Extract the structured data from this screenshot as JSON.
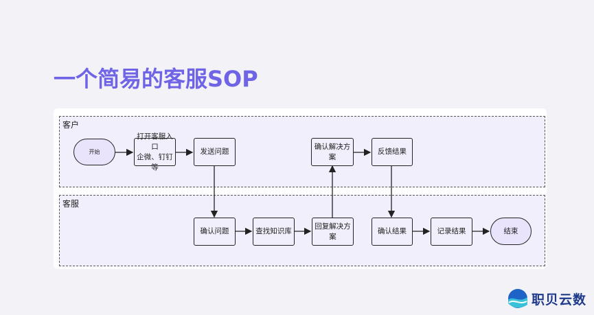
{
  "title": "一个简易的客服SOP",
  "lanes": {
    "customer": "客户",
    "service": "客服"
  },
  "nodes": {
    "start": "开始",
    "open_entry_line1": "打开客服入口",
    "open_entry_line2": "企微、钉钉等",
    "send_question": "发送问题",
    "confirm_solution": "确认解决方案",
    "feedback_result": "反馈结果",
    "confirm_question": "确认问题",
    "search_kb": "查找知识库",
    "reply_solution": "回复解决方案",
    "confirm_result": "确认结果",
    "record_result": "记录结果",
    "end": "结束"
  },
  "logo": {
    "text": "职贝云数",
    "icon": "wave-globe-icon"
  },
  "colors": {
    "title": "#6f63e6",
    "lane_fill": "#f1effb",
    "terminal_fill": "#e9e3fb",
    "logo_text": "#1f3a8a"
  }
}
